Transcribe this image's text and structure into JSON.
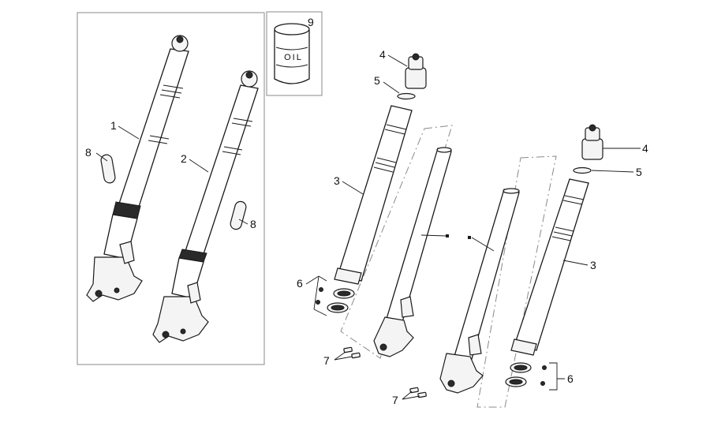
{
  "diagram": {
    "callouts": [
      {
        "id": "c1",
        "label": "1"
      },
      {
        "id": "c2",
        "label": "2"
      },
      {
        "id": "c3a",
        "label": "3"
      },
      {
        "id": "c3b",
        "label": "3"
      },
      {
        "id": "c4a",
        "label": "4"
      },
      {
        "id": "c4b",
        "label": "4"
      },
      {
        "id": "c5a",
        "label": "5"
      },
      {
        "id": "c5b",
        "label": "5"
      },
      {
        "id": "c6a",
        "label": "6"
      },
      {
        "id": "c6b",
        "label": "6"
      },
      {
        "id": "c7a",
        "label": "7"
      },
      {
        "id": "c7b",
        "label": "7"
      },
      {
        "id": "c8a",
        "label": "8"
      },
      {
        "id": "c8b",
        "label": "8"
      },
      {
        "id": "c9",
        "label": "9"
      }
    ],
    "oil_text": "OIL"
  }
}
